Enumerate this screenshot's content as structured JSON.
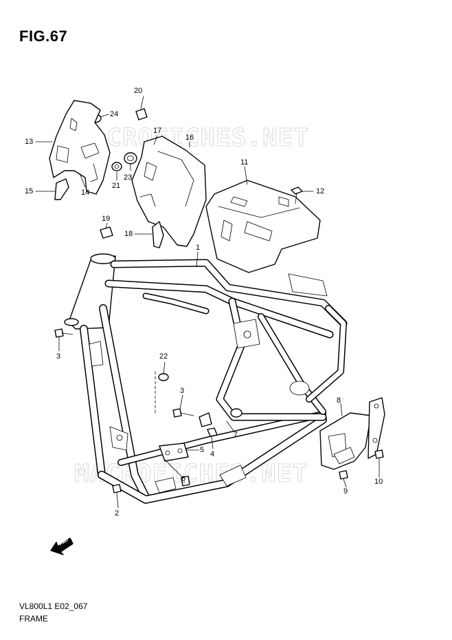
{
  "figure": {
    "title": "FIG.67"
  },
  "footer": {
    "code": "VL800L1 E02_067",
    "name": "FRAME"
  },
  "watermark": {
    "text": "MACROFICHES.NET"
  },
  "fwd_label": "FWD",
  "callouts": {
    "c1": "1",
    "c2": "2",
    "c3a": "3",
    "c3b": "3",
    "c4": "4",
    "c5": "5",
    "c6": "6",
    "c7": "7",
    "c8": "8",
    "c9": "9",
    "c10": "10",
    "c11": "11",
    "c12": "12",
    "c13": "13",
    "c14": "14",
    "c15": "15",
    "c16": "16",
    "c17": "17",
    "c18": "18",
    "c19": "19",
    "c20": "20",
    "c21": "21",
    "c22": "22",
    "c23": "23",
    "c24": "24"
  }
}
